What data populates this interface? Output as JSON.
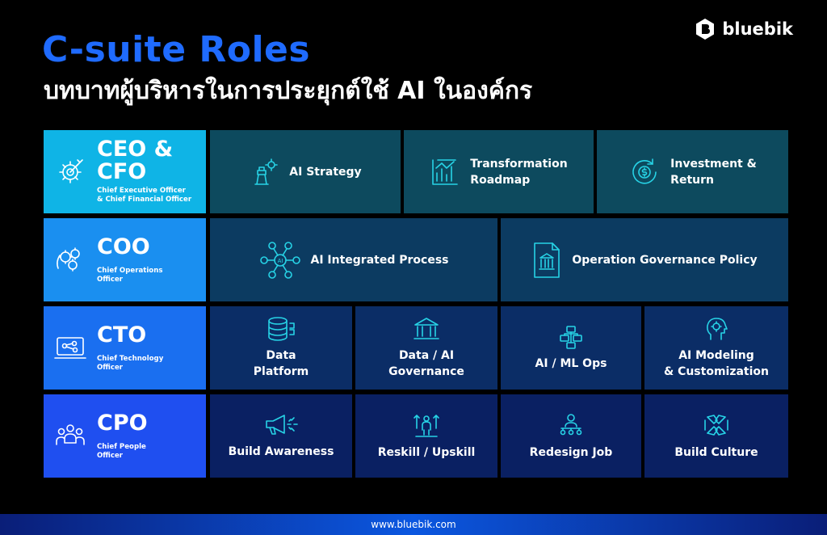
{
  "header": {
    "title": "C-suite Roles",
    "subtitle": "บทบาทผู้บริหารในการประยุกต์ใช้ AI ในองค์กร",
    "brand": "bluebik"
  },
  "rows": [
    {
      "abbr_line1": "CEO &",
      "abbr_line2": "CFO",
      "full_line1": "Chief Executive Officer",
      "full_line2": "& Chief Financial Officer",
      "color": "#0fb4e6",
      "cells": [
        {
          "line1": "AI Strategy",
          "icon": "strategy-icon"
        },
        {
          "line1": "Transformation",
          "line2": "Roadmap",
          "icon": "roadmap-icon"
        },
        {
          "line1": "Investment &",
          "line2": "Return",
          "icon": "investment-icon"
        }
      ]
    },
    {
      "abbr": "COO",
      "full_line1": "Chief Operations",
      "full_line2": "Officer",
      "color": "#1a8ff0",
      "cells": [
        {
          "line1": "AI Integrated Process",
          "icon": "process-network-icon"
        },
        {
          "line1": "Operation Governance Policy",
          "icon": "policy-document-icon"
        }
      ]
    },
    {
      "abbr": "CTO",
      "full_line1": "Chief Technology",
      "full_line2": "Officer",
      "color": "#1a6ff0",
      "cells": [
        {
          "line1": "Data",
          "line2": "Platform",
          "icon": "database-icon"
        },
        {
          "line1": "Data / AI",
          "line2": "Governance",
          "icon": "governance-building-icon"
        },
        {
          "line1": "AI / ML Ops",
          "icon": "ml-ops-icon"
        },
        {
          "line1": "AI Modeling",
          "line2": "& Customization",
          "icon": "ai-modeling-icon"
        }
      ]
    },
    {
      "abbr": "CPO",
      "full_line1": "Chief People",
      "full_line2": "Officer",
      "color": "#1f4ff0",
      "cells": [
        {
          "line1": "Build Awareness",
          "icon": "megaphone-icon"
        },
        {
          "line1": "Reskill / Upskill",
          "icon": "upskill-icon"
        },
        {
          "line1": "Redesign Job",
          "icon": "team-icon"
        },
        {
          "line1": "Build Culture",
          "icon": "culture-hands-icon"
        }
      ]
    }
  ],
  "footer": {
    "url": "www.bluebik.com"
  },
  "colors": {
    "accent": "#1f6bff",
    "icon": "#27d3e6"
  }
}
